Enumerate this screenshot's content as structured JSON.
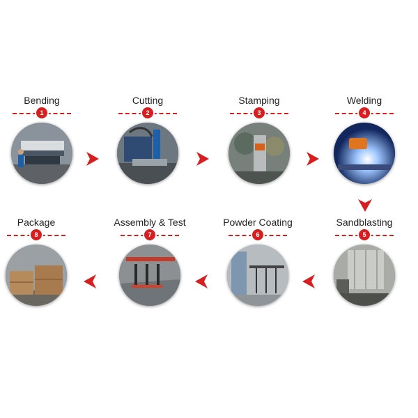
{
  "steps": [
    {
      "title": "Bending",
      "number": "1",
      "icon": "press-brake-photo"
    },
    {
      "title": "Cutting",
      "number": "2",
      "icon": "laser-cutter-photo"
    },
    {
      "title": "Stamping",
      "number": "3",
      "icon": "stamping-machine-photo"
    },
    {
      "title": "Welding",
      "number": "4",
      "icon": "welding-photo"
    },
    {
      "title": "Sandblasting",
      "number": "5",
      "icon": "sandblasting-photo"
    },
    {
      "title": "Powder Coating",
      "number": "6",
      "icon": "powder-coating-photo"
    },
    {
      "title": "Assembly & Test",
      "number": "7",
      "icon": "assembly-photo"
    },
    {
      "title": "Package",
      "number": "8",
      "icon": "package-photo"
    }
  ],
  "colors": {
    "accent": "#d81e1e",
    "background": "#ffffff",
    "text": "#222222"
  },
  "arrow_icon": "red-chevron-arrow-icon"
}
